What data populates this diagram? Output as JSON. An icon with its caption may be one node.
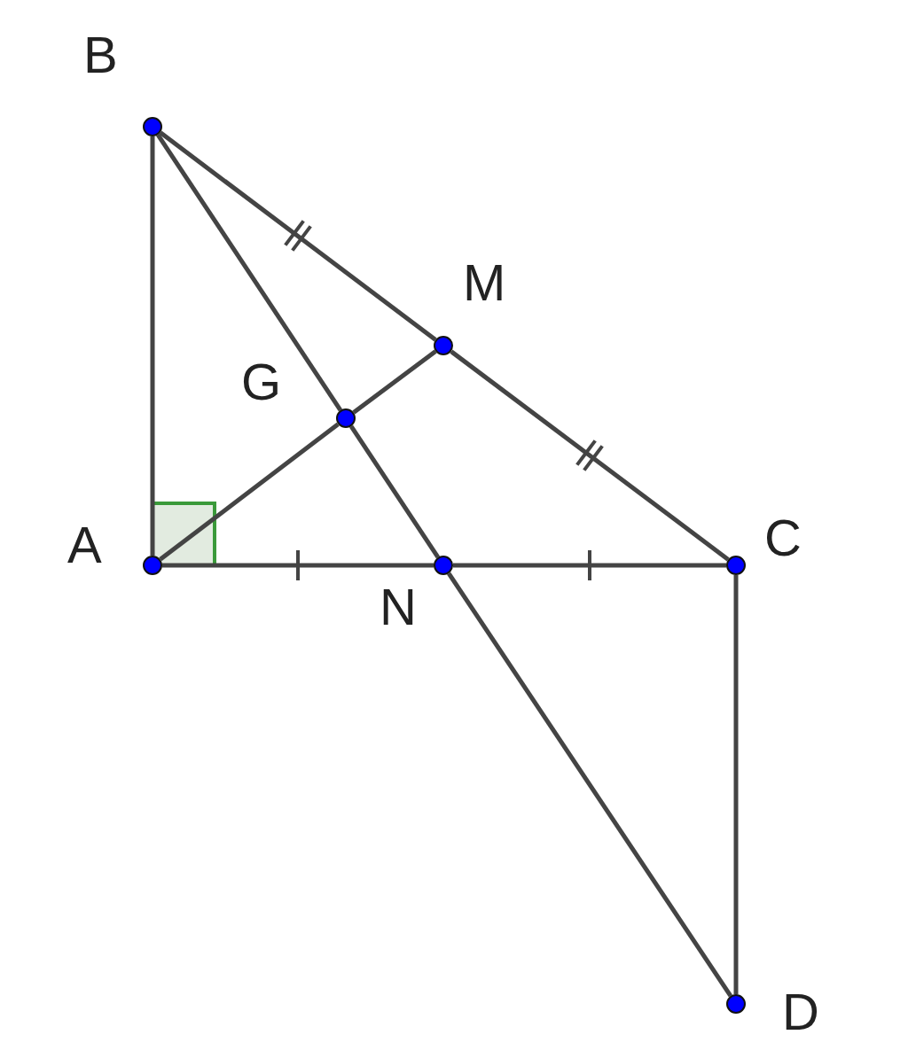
{
  "diagram": {
    "nodes": [
      {
        "text": [],
        "shape": "circle",
        "beside": [
          "B"
        ]
      },
      {
        "text": [],
        "shape": "circle",
        "beside": [
          "M"
        ]
      },
      {
        "text": [],
        "shape": "circle",
        "beside": [
          "G"
        ]
      },
      {
        "text": [],
        "shape": "circle",
        "beside": [
          "A"
        ]
      },
      {
        "text": [],
        "shape": "circle",
        "beside": [
          "N"
        ]
      },
      {
        "text": [],
        "shape": "circle",
        "beside": [
          "C"
        ]
      },
      {
        "text": [],
        "shape": "circle",
        "beside": [
          "D"
        ]
      }
    ],
    "edges": [
      {
        "from": 3,
        "to": 0,
        "arrow": "none"
      },
      {
        "from": 0,
        "to": 1,
        "arrow": "none"
      },
      {
        "from": 1,
        "to": 5,
        "arrow": "none"
      },
      {
        "from": 3,
        "to": 4,
        "arrow": "none"
      },
      {
        "from": 4,
        "to": 5,
        "arrow": "none"
      },
      {
        "from": 5,
        "to": 6,
        "arrow": "none"
      },
      {
        "from": 0,
        "to": 2,
        "arrow": "none"
      },
      {
        "from": 2,
        "to": 4,
        "arrow": "none"
      },
      {
        "from": 4,
        "to": 6,
        "arrow": "none"
      },
      {
        "from": 3,
        "to": 2,
        "arrow": "none"
      },
      {
        "from": 2,
        "to": 1,
        "arrow": "none"
      }
    ]
  }
}
